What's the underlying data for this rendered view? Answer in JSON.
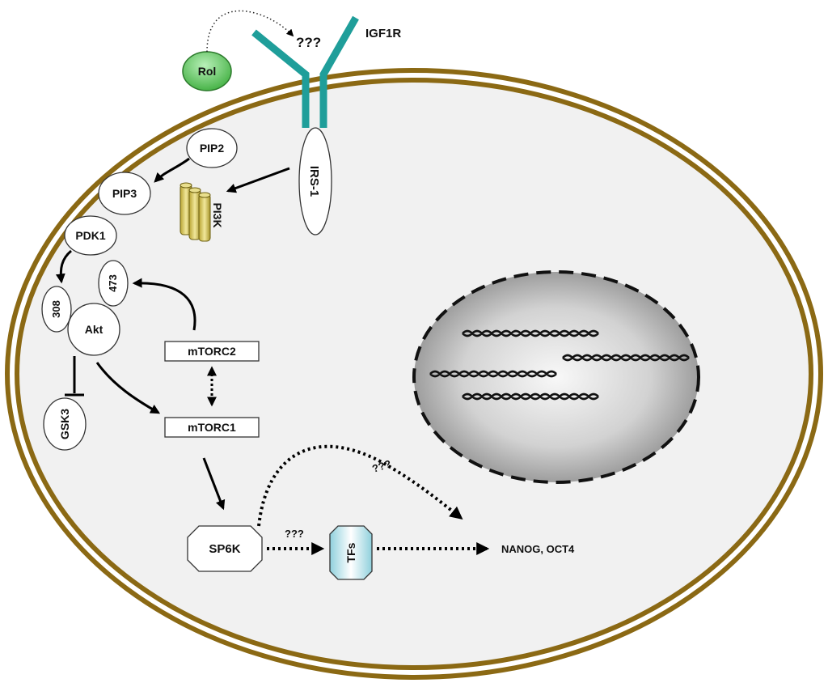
{
  "labels": {
    "rol": "Rol",
    "unknown_top": "???",
    "igf1r": "IGF1R",
    "irs1": "IRS-1",
    "pip2": "PIP2",
    "pip3": "PIP3",
    "pi3k": "PI3K",
    "pdk1": "PDK1",
    "s473": "473",
    "s308": "308",
    "akt": "Akt",
    "mtorc2": "mTORC2",
    "mtorc1": "mTORC1",
    "gsk3": "GSK3",
    "sp6k": "SP6K",
    "unknown_mid": "???",
    "unknown_bottom": "???",
    "tfs": "TFs",
    "targets": "NANOG, OCT4"
  },
  "colors": {
    "membrane": "#8b6914",
    "cytoplasm": "#f1f1f1",
    "receptor": "#1f9e9a",
    "rol_fill": "#6fd06f",
    "pi3k_fill": "#d8c860",
    "nucleus_dark": "#9a9a9a",
    "nucleus_light": "#f4f4f4",
    "tfs_fill": "#bfe3ea"
  }
}
